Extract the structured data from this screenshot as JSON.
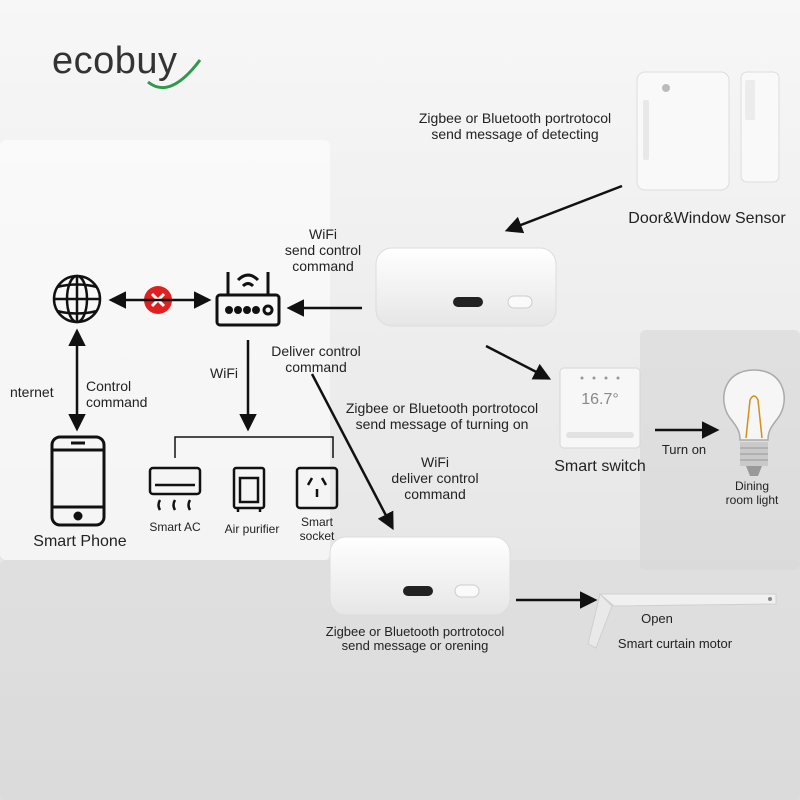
{
  "brand": {
    "logo": "ecobuy",
    "accent": "#2e9a4a"
  },
  "labels": {
    "sensor_protocol_1": "Zigbee or Bluetooth portrotocol",
    "sensor_protocol_2": "send message of detecting",
    "sensor_name": "Door&Window Sensor",
    "wifi_top_1": "WiFi",
    "wifi_top_2": "send control",
    "wifi_top_3": "command",
    "internet": "nternet",
    "control_1": "Control",
    "control_2": "command",
    "wifi_left": "WiFi",
    "deliver_1": "Deliver control",
    "deliver_2": "command",
    "switch_protocol_1": "Zigbee or Bluetooth portrotocol",
    "switch_protocol_2": "send message of turning on",
    "wifi_mid_1": "WiFi",
    "wifi_mid_2": "deliver control",
    "wifi_mid_3": "command",
    "smart_switch": "Smart switch",
    "turn_on": "Turn on",
    "dining_1": "Dining",
    "dining_2": "room light",
    "smart_phone": "Smart Phone",
    "smart_ac": "Smart AC",
    "air_purifier": "Air purifier",
    "smart_socket_1": "Smart",
    "smart_socket_2": "socket",
    "curtain_protocol_1": "Zigbee or Bluetooth portrotocol",
    "curtain_protocol_2": "send message or orening",
    "open": "Open",
    "curtain_motor": "Smart curtain motor",
    "thermostat_display": "16.7°"
  },
  "icons": [
    "globe-icon",
    "blocked-x-icon",
    "router-icon",
    "phone-icon",
    "ac-icon",
    "air-purifier-icon",
    "socket-icon",
    "hub-device",
    "door-window-sensor",
    "smart-switch",
    "light-bulb",
    "curtain-motor"
  ]
}
